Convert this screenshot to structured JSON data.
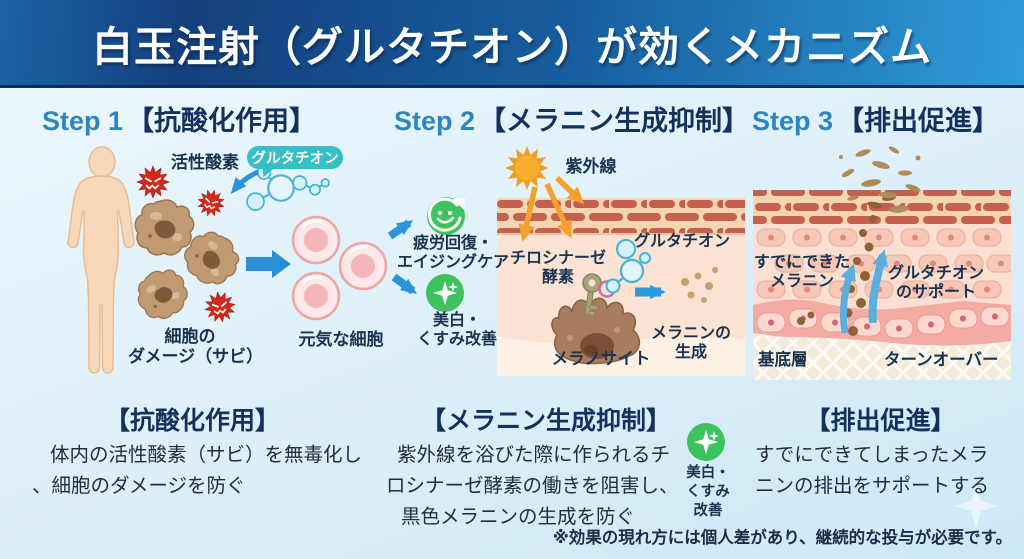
{
  "header": {
    "title": "白玉注射（グルタチオン）が効くメカニズム"
  },
  "steps": [
    {
      "num": "Step 1",
      "title": "【抗酸化作用】"
    },
    {
      "num": "Step 2",
      "title": "【メラニン生成抑制】"
    },
    {
      "num": "Step 3",
      "title": "【排出促進】"
    }
  ],
  "step1": {
    "active_oxygen": "活性酸素",
    "glutathione_badge": "グルタチオン",
    "cell_damage_line1": "細胞の",
    "cell_damage_line2": "ダメージ（サビ）",
    "healthy_cells": "元気な細胞",
    "benefit1_line1": "疲労回復・",
    "benefit1_line2": "エイジングケア",
    "benefit2_line1": "美白・",
    "benefit2_line2": "くすみ改善"
  },
  "step2": {
    "uv": "紫外線",
    "tyrosinase_line1": "チロシナーゼ",
    "tyrosinase_line2": "酵素",
    "glutathione": "グルタチオン",
    "melanocyte": "メラノサイト",
    "melanin_line1": "メラニンの",
    "melanin_line2": "生成"
  },
  "step3": {
    "existing_melanin_line1": "すでにできた",
    "existing_melanin_line2": "メラニン",
    "support_line1": "グルタチオン",
    "support_line2": "のサポート",
    "basal_layer": "基底層",
    "turnover": "ターンオーバー"
  },
  "sections": [
    {
      "heading": "【抗酸化作用】",
      "line1": "体内の活性酸素（サビ）を無毒化し",
      "line2": "、細胞のダメージを防ぐ"
    },
    {
      "heading": "【メラニン生成抑制】",
      "line1": "紫外線を浴びた際に作られるチ",
      "line2": "ロシナーゼ酵素の働きを阻害し、",
      "line3": "黒色メラニンの生成を防ぐ",
      "badge_line1": "美白・",
      "badge_line2": "くすみ",
      "badge_line3": "改善"
    },
    {
      "heading": "【排出促進】",
      "line1": "すでにできてしまったメラ",
      "line2": "ニンの排出をサポートする"
    }
  ],
  "footer": {
    "note": "※効果の現れ方には個人差があり、継続的な投与が必要です。"
  },
  "icons": {
    "recovery": "circular-arrow-smiley",
    "whitening": "four-point-sparkle",
    "sun": "sun-with-rays",
    "ros": "spiky-angry-virus",
    "molecule": "glutathione-molecule",
    "key": "tyrosinase-key"
  },
  "colors": {
    "header_start": "#153f7d",
    "header_end": "#2f9bd9",
    "step_blue": "#2e86c1",
    "navy": "#14315c",
    "accent_arrow": "#2d93d8",
    "teal_badge": "#35bfc7",
    "green_icon": "#3ec25d",
    "orange": "#f29b22",
    "red_ros": "#d42a1e"
  }
}
